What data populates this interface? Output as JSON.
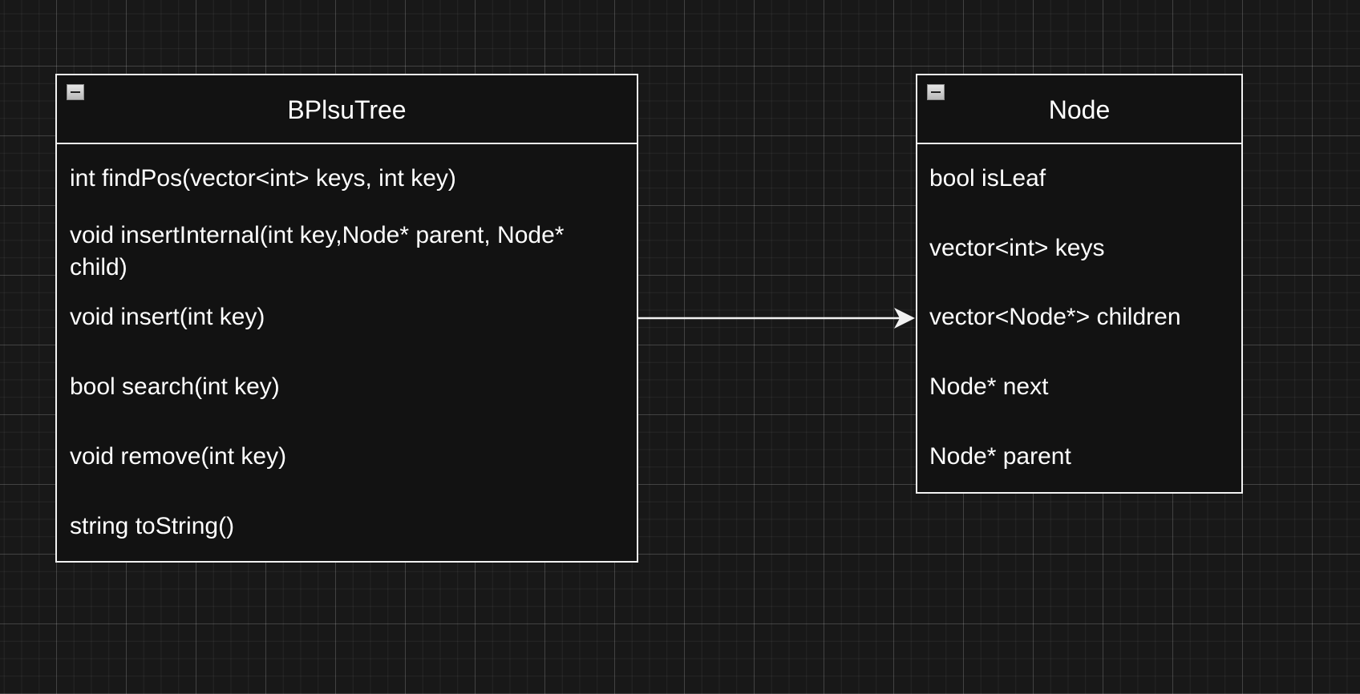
{
  "classes": [
    {
      "name": "BPlsuTree",
      "collapse_icon": "minus-box-icon",
      "members": [
        "int findPos(vector<int> keys, int key)",
        "void insertInternal(int key,Node* parent, Node* child)",
        "void insert(int key)",
        "bool search(int key)",
        "void remove(int key)",
        "string toString()"
      ]
    },
    {
      "name": "Node",
      "collapse_icon": "minus-box-icon",
      "members": [
        "bool isLeaf",
        "vector<int> keys",
        "vector<Node*> children",
        "Node* next",
        "Node* parent"
      ]
    }
  ],
  "edges": [
    {
      "from": "BPlsuTree.void insert(int key)",
      "to": "Node.vector<Node*> children",
      "arrow": "open-arrow"
    }
  ],
  "colors": {
    "background": "#181818",
    "stroke": "#f2f2f2",
    "text": "#ffffff"
  }
}
